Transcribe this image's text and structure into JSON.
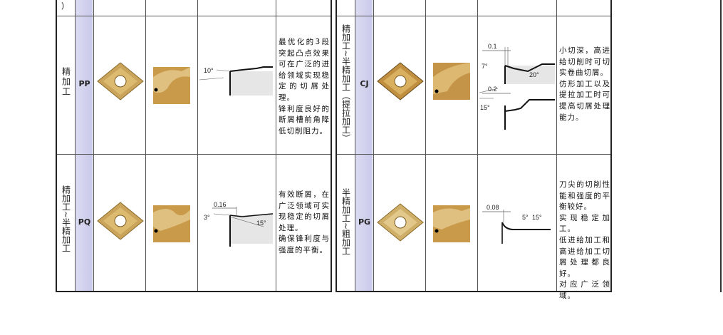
{
  "left_table": {
    "rows": [
      {
        "application": "精加工",
        "code": "PP",
        "diagram": {
          "angle": "10°"
        },
        "description": [
          "最优化的3段突起凸点效果可在广泛的进给领域实现稳定的切屑处理。",
          "锋利度良好的断屑槽前角降低切削阻力。"
        ]
      },
      {
        "application": "精加工~半精加工",
        "code": "PQ",
        "diagram": {
          "width": "0.16",
          "angle": "3°",
          "angle2": "15°"
        },
        "description": [
          "有效断屑，在广泛领域可实现稳定的切屑处理。",
          "确保锋利度与强度的平衡。"
        ]
      }
    ],
    "top_fragment": "）"
  },
  "right_table": {
    "rows": [
      {
        "application": "精加工~半精加工（提拉加工）",
        "code": "CJ",
        "diagram": {
          "width": "0.1",
          "angle": "7°",
          "angle2": "20°",
          "width_b": "0.2",
          "angle_b": "15°"
        },
        "description": [
          "小切深，高进给切削时可切实卷曲切屑。",
          "仿形加工以及提拉加工时可提高切屑处理能力。"
        ]
      },
      {
        "application": "半精加工~粗加工",
        "code": "PG",
        "diagram": {
          "width": "0.08",
          "angle": "5°",
          "angle2": "15°"
        },
        "description": [
          "刀尖的切削性能和强度的平衡较好。",
          "实现稳定加工。",
          "低进给加工和高进给加工切屑处理都良好。",
          "对应广泛领域。"
        ]
      }
    ]
  },
  "colors": {
    "code_column": "#d2d2ee",
    "insert_gold": "#c9a45a"
  }
}
